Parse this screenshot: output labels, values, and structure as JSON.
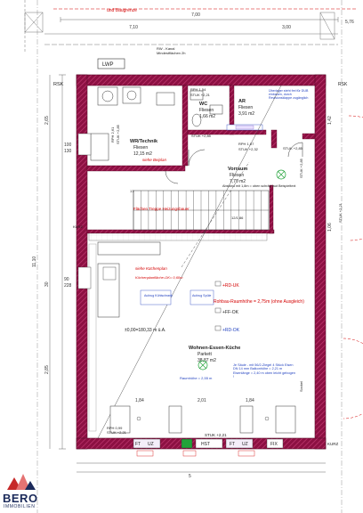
{
  "colors": {
    "wall": "#8c1042",
    "wall_stroke": "#5a0a2a",
    "red_text": "#d40000",
    "blue_text": "#1f3fbf",
    "green": "#22a33a"
  },
  "top": {
    "boundary_label": "und Baugrenze",
    "dim_total": "7,00",
    "dim_right": "3,00",
    "dim_left": "7,10",
    "dim_far_right": "5,76",
    "label_lwp": "LWP",
    "label_rsk": "RSK",
    "label_rsk_right": "RSK",
    "label_kanal": "RW - Kanal",
    "label_kanal2": "Mindestflächen 2h"
  },
  "rooms": {
    "technik": {
      "name": "WR/Technik",
      "floor": "Fliesen",
      "area": "12,15 m2",
      "note": "siehe Beiplan"
    },
    "wc": {
      "name": "WC",
      "floor": "Fliesen",
      "area": "1,66 m2"
    },
    "ar": {
      "name": "AR",
      "floor": "Fliesen",
      "area": "3,91 m2"
    },
    "vorraum": {
      "name": "Vorraum",
      "floor": "Fliesen",
      "area": "7,70 m2"
    },
    "wohnen": {
      "name": "Wohnen-Essen-Küche",
      "floor": "Parkett",
      "area": "38,87 m2"
    }
  },
  "labels": {
    "rph_wc": "RPH 1,54",
    "stuk_wc": "STUK +2,21",
    "rph_ar": "RPH 1,07",
    "stuk_ar": "STUK +2,32",
    "stuk_285a": "STUK +2,85",
    "stuk_285b": "STUK +2,85",
    "stuk_285c": "STUK +2,85",
    "stuk_bottom": "STUK +2,21",
    "stuk_left": "STUK +2,21",
    "rph_left": "RPH 0,99",
    "stuk_left2": "STUK +2,21",
    "rph_tech": "RPH 2,61",
    "stuk_tech": "STUK +2,85",
    "ar_note": "Überlager steht frei für DUB einbauen, durch Revisionsklappe zugänglich",
    "treppe_note": "Flächen Treppe Heizungsbauer",
    "stairs_note": "Abstand mit 1,8m = oben schräg laut Beispieltext",
    "kueche_height": "siehe Küchenplan",
    "kueche_note": "Küchenplanfläche-OK= 0,60m",
    "aufzug1": "Aufzug Kühlschrank",
    "aufzug2": "Aufzug Spüle",
    "rdk1": "+RD-UK",
    "rdk2": "+RD-OK",
    "ffok": "+FF-OK",
    "rohbau": "Rohbau-Raumhöhe = 2,75m (ohne Ausgleich)",
    "level": "±0,00=180,33 m ü.A.",
    "raumhoehe": "Raumhöhe = 2,55 m",
    "sauna_note": "Je Säule - mit 56/2-Ziegel 4 Stück Eisen DN 14 mm Balkonhöhe = 2,21 m Eisenlänge = 2,40 m oben leicht gebogen !",
    "sokel_right": "Sockel",
    "ft_left": "FT",
    "uz_left": "UZ",
    "ft_right": "FT",
    "uz_right": "UZ",
    "hst": "HST",
    "fix": "FIX",
    "kurz": "KURZ"
  },
  "dims": {
    "left1": "100",
    "left2": "130",
    "left3": "90",
    "left4": "228",
    "side1": "2,65",
    "side2": "11,10",
    "side3": "30",
    "side4": "2,85",
    "v1": "1,42",
    "v2": "1,06",
    "b1": "1,84",
    "b2": "1,84",
    "b3": "2,01",
    "stair_a": "12/1,86",
    "stair_b": "17",
    "bottom_tick": "5"
  },
  "logo": {
    "name": "BERO",
    "sub": "IMMOBILIEN"
  }
}
